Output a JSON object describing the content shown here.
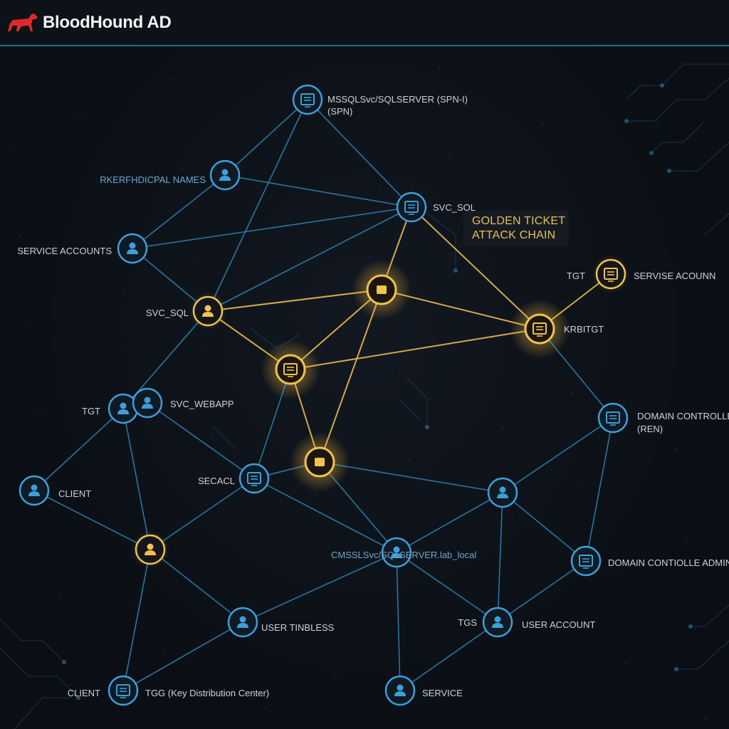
{
  "app": {
    "title": "BloodHound AD",
    "logo_icon": "bloodhound-dog-icon",
    "brand_color": "#e0282b"
  },
  "colors": {
    "edge_blue": "#2f86b8",
    "edge_gold": "#e0b04a",
    "node_blue": "#3d9fd8",
    "node_gold": "#f2c24f"
  },
  "callout": {
    "line1": "GOLDEN TICKET",
    "line2": "ATTACK CHAIN"
  },
  "nodes": [
    {
      "id": "mssql_spn",
      "icon": "server-icon",
      "type": "blue",
      "label": "MSSQLSvc/SQLSERVER (SPN-I)",
      "label2": "(SPN)"
    },
    {
      "id": "principal_names",
      "icon": "user-icon",
      "type": "blue",
      "label": "RKERFHDICPAL NAMES"
    },
    {
      "id": "svc_sql_top",
      "icon": "server-icon",
      "type": "blue",
      "label": "SVC_SQL"
    },
    {
      "id": "service_accounts",
      "icon": "user-icon",
      "type": "blue",
      "label": "SERVICE ACCOUNTS"
    },
    {
      "id": "svc_sql_left",
      "icon": "user-icon",
      "type": "gold",
      "label": "SVC_SQL"
    },
    {
      "id": "gold_center",
      "icon": "ticket-icon",
      "type": "glow",
      "label": ""
    },
    {
      "id": "tgt_service",
      "icon": "server-icon",
      "type": "gold",
      "label": "SERVISE ACOUNN",
      "label2": "TGT"
    },
    {
      "id": "krbtgt",
      "icon": "server-icon",
      "type": "glow",
      "label": "KRBITGT"
    },
    {
      "id": "gold_mid",
      "icon": "server-icon",
      "type": "glow",
      "label": ""
    },
    {
      "id": "tgt_user",
      "icon": "user-icon",
      "type": "blue",
      "label": "TGT"
    },
    {
      "id": "svc_webapp",
      "icon": "user-icon",
      "type": "blue",
      "label": "SVC_WEBAPP"
    },
    {
      "id": "domain_controller",
      "icon": "server-icon",
      "type": "blue",
      "label": "DOMAIN CONTROLLER",
      "label2": "(REN)"
    },
    {
      "id": "secacl",
      "icon": "server-icon",
      "type": "blue",
      "label": "SECACL"
    },
    {
      "id": "gold_low",
      "icon": "ticket-icon",
      "type": "glow",
      "label": ""
    },
    {
      "id": "client_mid",
      "icon": "user-icon",
      "type": "blue",
      "label": "CLIENT"
    },
    {
      "id": "user_right",
      "icon": "user-icon",
      "type": "blue",
      "label": ""
    },
    {
      "id": "user_gold",
      "icon": "user-icon",
      "type": "gold",
      "label": ""
    },
    {
      "id": "mssql_lab",
      "icon": "user-icon",
      "type": "blue",
      "label": "CMSSLSvc/SQLSERVER.lab_local"
    },
    {
      "id": "dc_admin",
      "icon": "server-icon",
      "type": "blue",
      "label": "DOMAIN CONTIOLLE ADMIN"
    },
    {
      "id": "user_tinbless",
      "icon": "user-icon",
      "type": "blue",
      "label": "USER TINBLESS"
    },
    {
      "id": "tgs_user",
      "icon": "user-icon",
      "type": "blue",
      "label": "USER ACCOUNT",
      "label2": "TGS"
    },
    {
      "id": "client_bottom",
      "icon": "server-icon",
      "type": "blue",
      "label": "TGG (Key Distribution Center)",
      "label2": "CLIENT"
    },
    {
      "id": "service",
      "icon": "user-icon",
      "type": "blue",
      "label": "SERVICE"
    }
  ],
  "edges": [
    [
      "mssql_spn",
      "principal_names",
      "blue"
    ],
    [
      "mssql_spn",
      "svc_sql_top",
      "blue"
    ],
    [
      "mssql_spn",
      "svc_sql_left",
      "blue"
    ],
    [
      "principal_names",
      "service_accounts",
      "blue"
    ],
    [
      "principal_names",
      "svc_sql_top",
      "blue"
    ],
    [
      "service_accounts",
      "svc_sql_top",
      "blue"
    ],
    [
      "service_accounts",
      "svc_sql_left",
      "blue"
    ],
    [
      "svc_sql_top",
      "svc_sql_left",
      "blue"
    ],
    [
      "svc_sql_top",
      "gold_center",
      "gold"
    ],
    [
      "svc_sql_top",
      "krbtgt",
      "gold"
    ],
    [
      "svc_sql_left",
      "gold_center",
      "gold"
    ],
    [
      "svc_sql_left",
      "gold_mid",
      "gold"
    ],
    [
      "svc_sql_left",
      "tgt_user",
      "blue"
    ],
    [
      "gold_center",
      "krbtgt",
      "gold"
    ],
    [
      "gold_center",
      "gold_mid",
      "gold"
    ],
    [
      "gold_center",
      "gold_low",
      "gold"
    ],
    [
      "tgt_service",
      "krbtgt",
      "gold"
    ],
    [
      "gold_mid",
      "krbtgt",
      "gold"
    ],
    [
      "gold_mid",
      "gold_low",
      "gold"
    ],
    [
      "krbtgt",
      "domain_controller",
      "blue"
    ],
    [
      "gold_mid",
      "secacl",
      "blue"
    ],
    [
      "tgt_user",
      "svc_webapp",
      "blue"
    ],
    [
      "tgt_user",
      "client_mid",
      "blue"
    ],
    [
      "tgt_user",
      "user_gold",
      "blue"
    ],
    [
      "svc_webapp",
      "secacl",
      "blue"
    ],
    [
      "client_mid",
      "user_gold",
      "blue"
    ],
    [
      "user_gold",
      "secacl",
      "blue"
    ],
    [
      "user_gold",
      "user_tinbless",
      "blue"
    ],
    [
      "user_gold",
      "client_bottom",
      "blue"
    ],
    [
      "secacl",
      "gold_low",
      "blue"
    ],
    [
      "secacl",
      "mssql_lab",
      "blue"
    ],
    [
      "gold_low",
      "mssql_lab",
      "blue"
    ],
    [
      "gold_low",
      "user_right",
      "blue"
    ],
    [
      "domain_controller",
      "user_right",
      "blue"
    ],
    [
      "domain_controller",
      "dc_admin",
      "blue"
    ],
    [
      "user_right",
      "tgs_user",
      "blue"
    ],
    [
      "user_right",
      "dc_admin",
      "blue"
    ],
    [
      "user_right",
      "mssql_lab",
      "blue"
    ],
    [
      "mssql_lab",
      "user_tinbless",
      "blue"
    ],
    [
      "mssql_lab",
      "service",
      "blue"
    ],
    [
      "mssql_lab",
      "tgs_user",
      "blue"
    ],
    [
      "user_tinbless",
      "client_bottom",
      "blue"
    ],
    [
      "tgs_user",
      "service",
      "blue"
    ],
    [
      "dc_admin",
      "tgs_user",
      "blue"
    ]
  ]
}
